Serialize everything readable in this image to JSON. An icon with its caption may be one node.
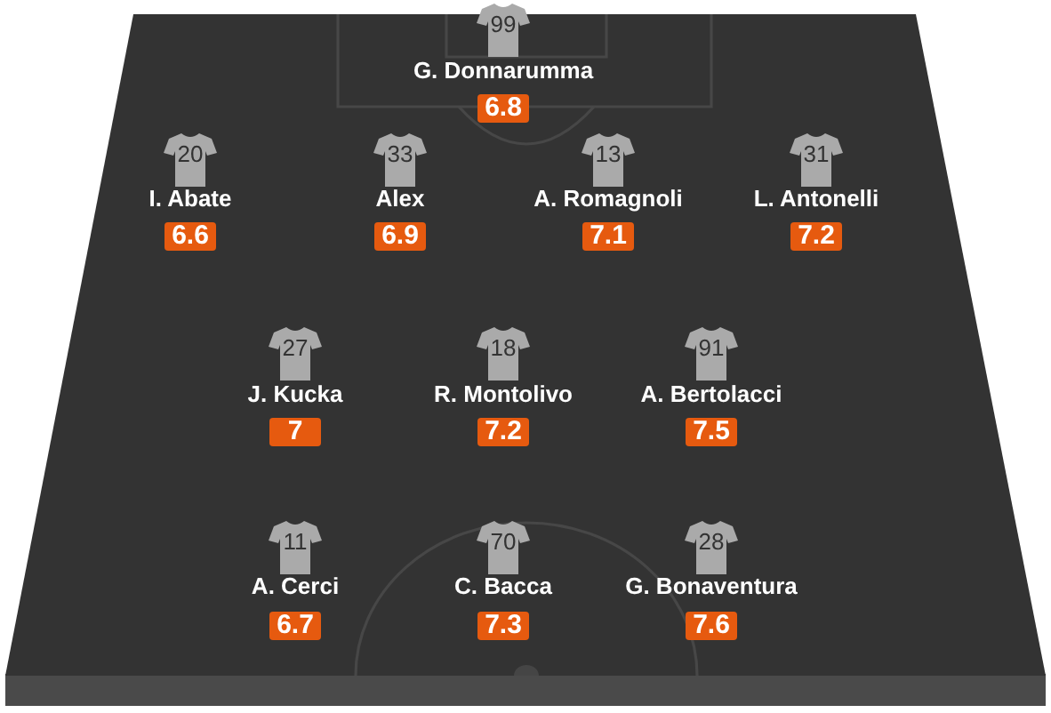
{
  "diagram": {
    "nodes": [
      {
        "text": [
          "99"
        ],
        "beside": [
          "G. Donnarumma"
        ]
      },
      {
        "text": [
          "6.8"
        ]
      },
      {
        "text": [
          "20"
        ],
        "beside": [
          "I. Abate"
        ]
      },
      {
        "text": [
          "6.6"
        ]
      },
      {
        "text": [
          "33"
        ],
        "beside": [
          "Alex"
        ]
      },
      {
        "text": [
          "6.9"
        ]
      },
      {
        "text": [
          "13"
        ],
        "beside": [
          "A. Romagnoli"
        ]
      },
      {
        "text": [
          "7.1"
        ]
      },
      {
        "text": [
          "31"
        ],
        "beside": [
          "L. Antonelli"
        ]
      },
      {
        "text": [
          "7.2"
        ]
      },
      {
        "text": [
          "27"
        ],
        "beside": [
          "J. Kucka"
        ]
      },
      {
        "text": [
          "7"
        ]
      },
      {
        "text": [
          "18"
        ],
        "beside": [
          "R. Montolivo"
        ]
      },
      {
        "text": [
          "7.2"
        ]
      },
      {
        "text": [
          "91"
        ],
        "beside": [
          "A. Bertolacci"
        ]
      },
      {
        "text": [
          "7.5"
        ]
      },
      {
        "text": [
          "11"
        ],
        "beside": [
          "A. Cerci"
        ]
      },
      {
        "text": [
          "6.7"
        ]
      },
      {
        "text": [
          "70"
        ],
        "beside": [
          "C. Bacca"
        ]
      },
      {
        "text": [
          "7.3"
        ]
      },
      {
        "text": [
          "28"
        ],
        "beside": [
          "G. Bonaventura"
        ]
      },
      {
        "text": [
          "7.6"
        ]
      }
    ]
  }
}
